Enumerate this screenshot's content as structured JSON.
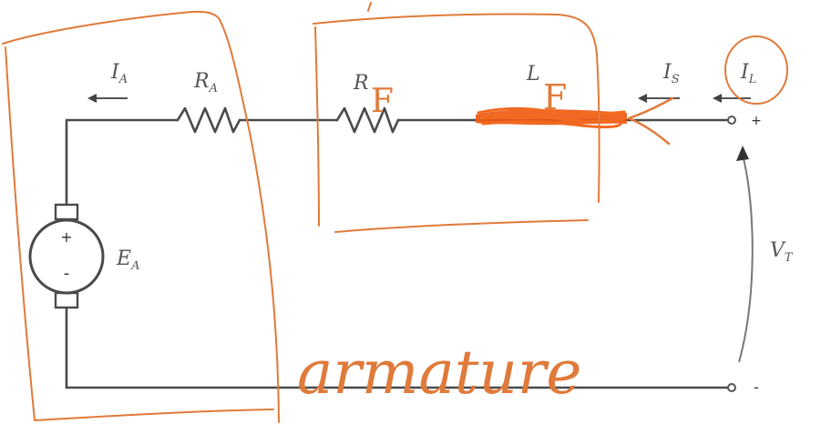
{
  "labels": {
    "ia": {
      "main": "I",
      "sub": "A"
    },
    "ra": {
      "main": "R",
      "sub": "A"
    },
    "rf": {
      "main": "R",
      "sub": ""
    },
    "lf": {
      "main": "L",
      "sub": ""
    },
    "is": {
      "main": "I",
      "sub": "S"
    },
    "il": {
      "main": "I",
      "sub": "L"
    },
    "ea": {
      "main": "E",
      "sub": "A"
    },
    "vt": {
      "main": "V",
      "sub": "T"
    }
  },
  "polarity": {
    "source_plus": "+",
    "source_minus": "-",
    "terminal_plus": "+",
    "terminal_minus": "-"
  },
  "annotations": {
    "handwritten_text": "armature",
    "field_mark_1": "F",
    "field_mark_2": "F"
  },
  "colors": {
    "wire": "#4a4a4a",
    "label": "#555555",
    "annotation_orange": "#e07a3a",
    "highlight_orange": "#ef5a14"
  }
}
